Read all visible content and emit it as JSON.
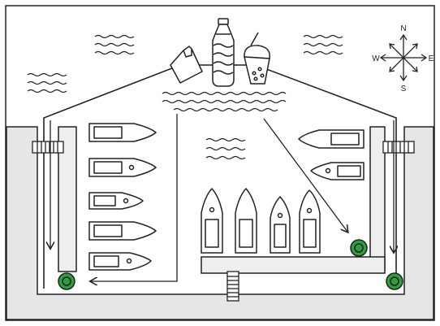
{
  "compass": {
    "north": "N",
    "south": "S",
    "east": "E",
    "west": "W"
  },
  "icons": {
    "bag": "plastic-bag-icon",
    "bottle": "plastic-bottle-icon",
    "cup": "bubble-tea-cup-icon",
    "compass": "compass-rose-icon"
  },
  "colors": {
    "outline": "#222222",
    "water": "#ffffff",
    "land": "#e6e6e6",
    "rollerGreen": "#2e9e3e",
    "deck": "#eeeeee"
  }
}
